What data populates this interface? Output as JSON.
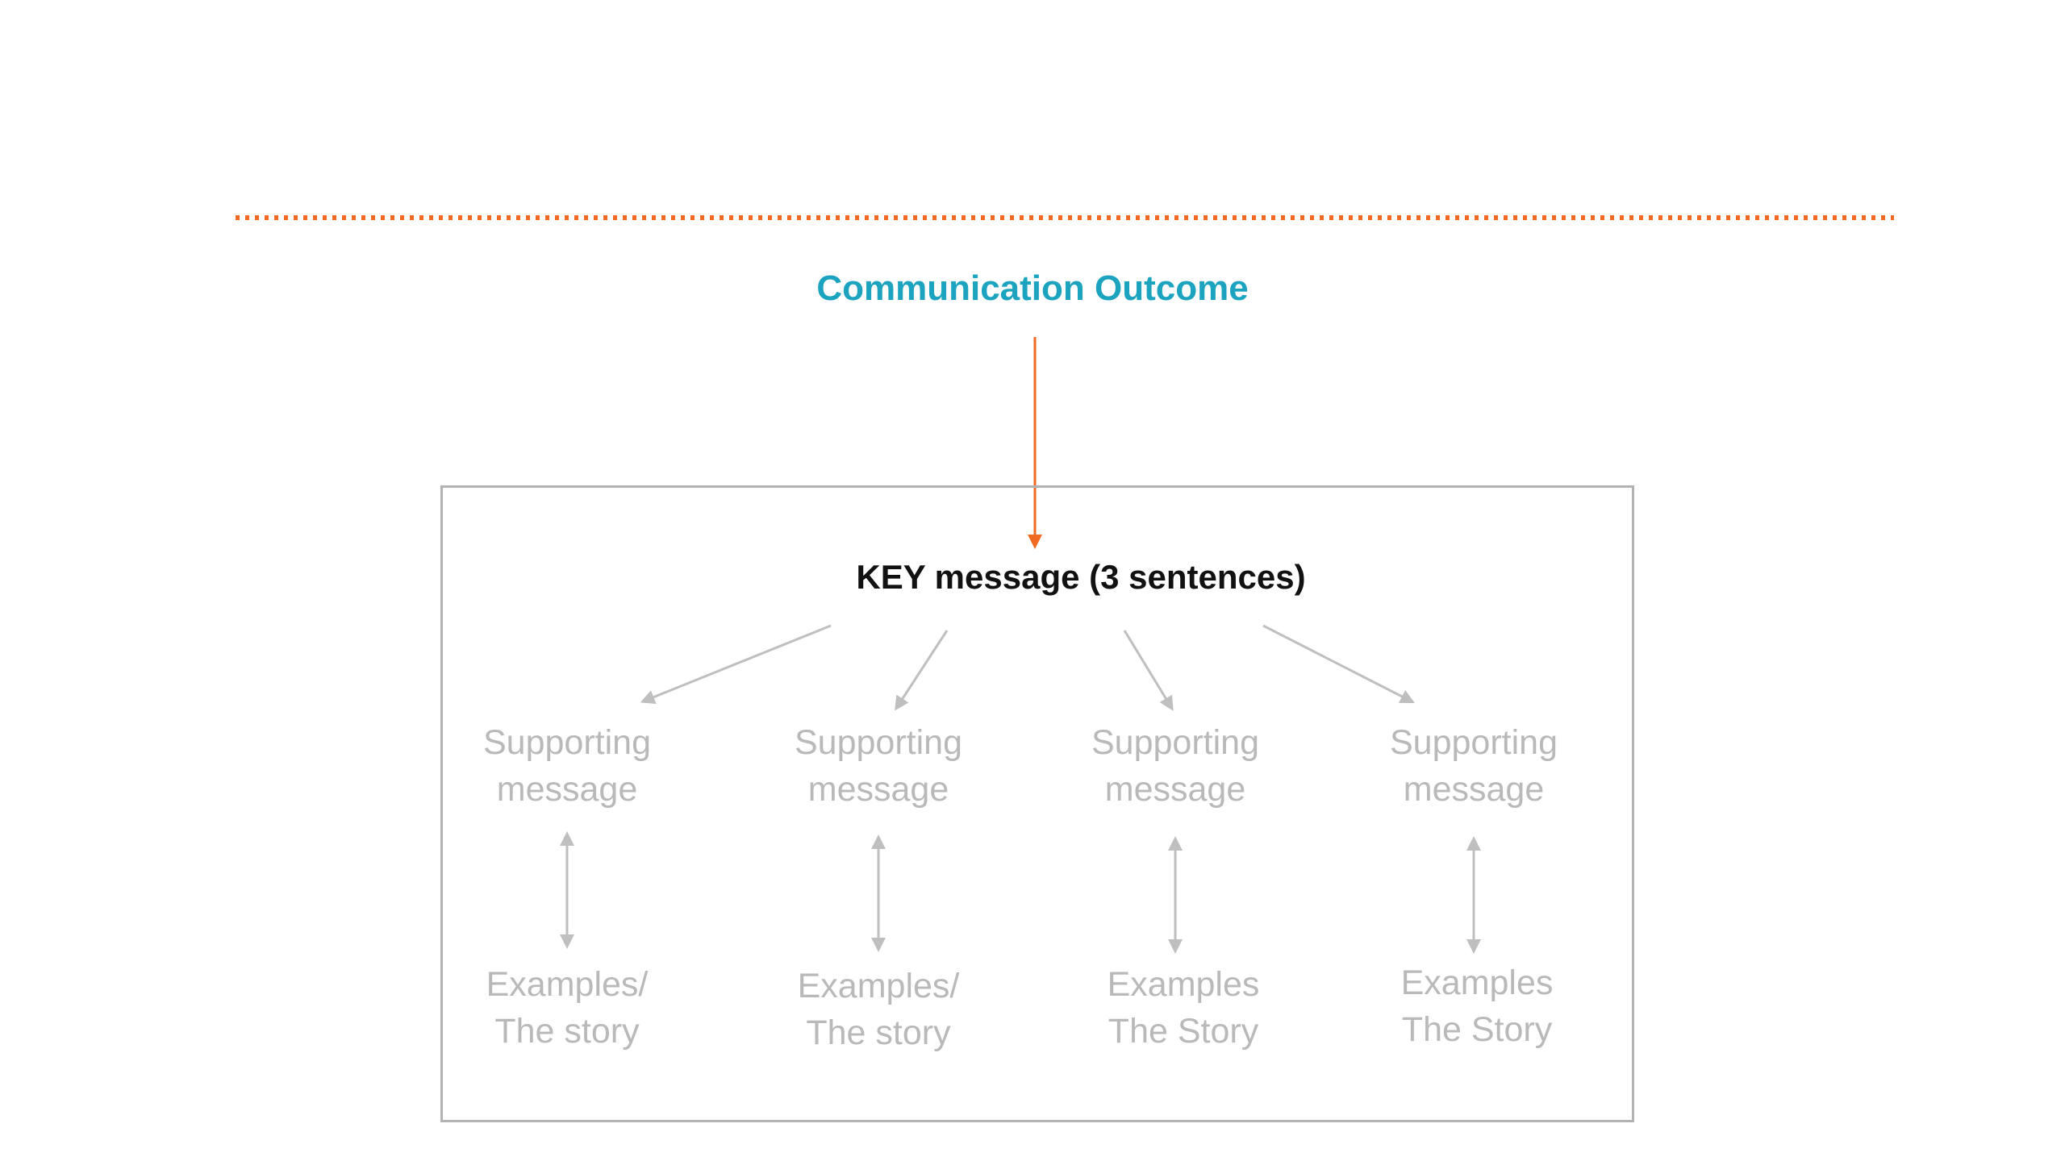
{
  "title": "Communication Outcome",
  "key_message": "KEY message (3 sentences)",
  "columns": [
    {
      "supporting": [
        "Supporting",
        "message"
      ],
      "examples": [
        "Examples/",
        "The story"
      ]
    },
    {
      "supporting": [
        "Supporting",
        "message"
      ],
      "examples": [
        "Examples/",
        "The story"
      ]
    },
    {
      "supporting": [
        "Supporting",
        "message"
      ],
      "examples": [
        "Examples",
        "The Story"
      ]
    },
    {
      "supporting": [
        "Supporting",
        "message"
      ],
      "examples": [
        "Examples",
        "The Story"
      ]
    }
  ],
  "colors": {
    "divider": "#f26a21",
    "title": "#1ba3bf",
    "outcome_arrow": "#f26a21",
    "connector": "#bfbfbf",
    "muted_text": "#b9b9b9",
    "frame": "#b3b3b3"
  }
}
